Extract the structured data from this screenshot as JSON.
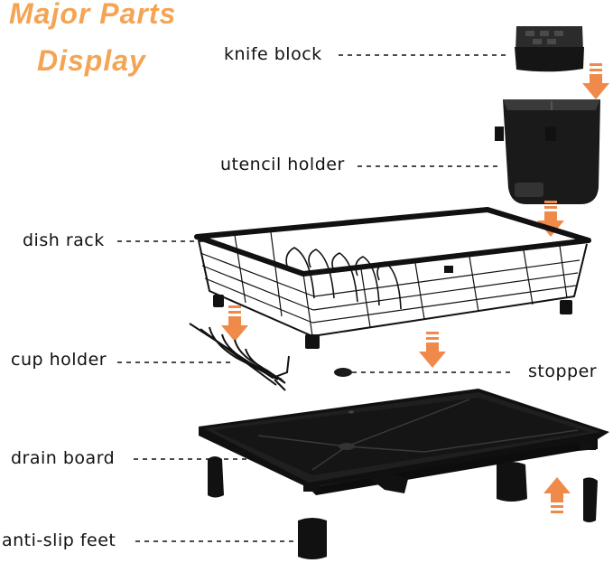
{
  "title": {
    "line1": "Major Parts",
    "line2": "Display"
  },
  "labels": {
    "knife_block": "knife block",
    "utensil_holder": "utencil holder",
    "dish_rack": "dish rack",
    "cup_holder": "cup holder",
    "stopper": "stopper",
    "drain_board": "drain board",
    "anti_slip_feet": "anti-slip feet"
  },
  "colors": {
    "title": "#f5a454",
    "arrow": "#f08a4b",
    "part": "#1a1a1a"
  }
}
